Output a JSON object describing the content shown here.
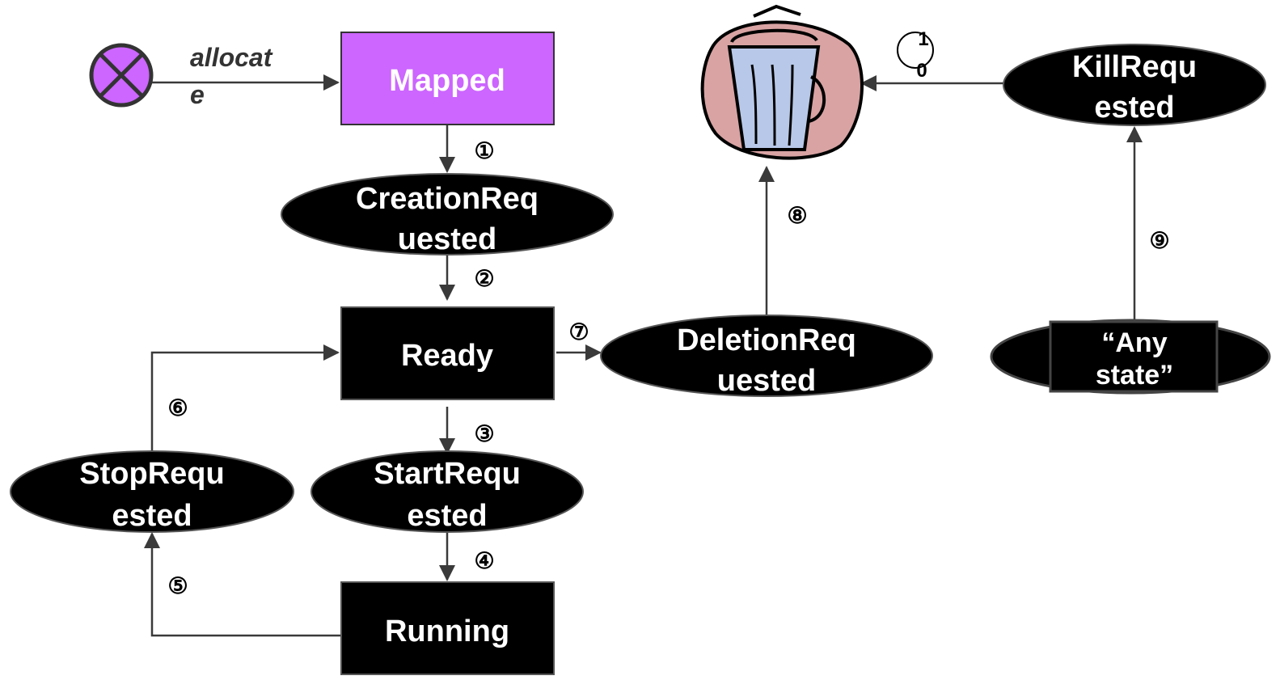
{
  "colors": {
    "mapped_fill": "#cc66ff",
    "state_fill": "#000000",
    "edge": "#3a3a3a",
    "start_symbol_fill": "#cc66ff"
  },
  "nodes": {
    "mapped": [
      "Mapped"
    ],
    "creation_requested": [
      "CreationReq",
      "uested"
    ],
    "ready": [
      "Ready"
    ],
    "deletion_requested": [
      "DeletionReq",
      "uested"
    ],
    "start_requested": [
      "StartRequ",
      "ested"
    ],
    "stop_requested": [
      "StopRequ",
      "ested"
    ],
    "running": [
      "Running"
    ],
    "kill_requested": [
      "KillRequ",
      "ested"
    ],
    "any_state": [
      "“Any",
      "state”"
    ]
  },
  "edges": {
    "allocate": [
      "allocat",
      "e"
    ]
  },
  "steps": {
    "s1": "①",
    "s2": "②",
    "s3": "③",
    "s4": "④",
    "s5": "⑤",
    "s6": "⑥",
    "s7": "⑦",
    "s8": "⑧",
    "s9": "⑨",
    "s10": [
      "1",
      "0"
    ]
  },
  "icons": {
    "initial": "initial-state-icon",
    "trash": "trash-can-icon"
  }
}
